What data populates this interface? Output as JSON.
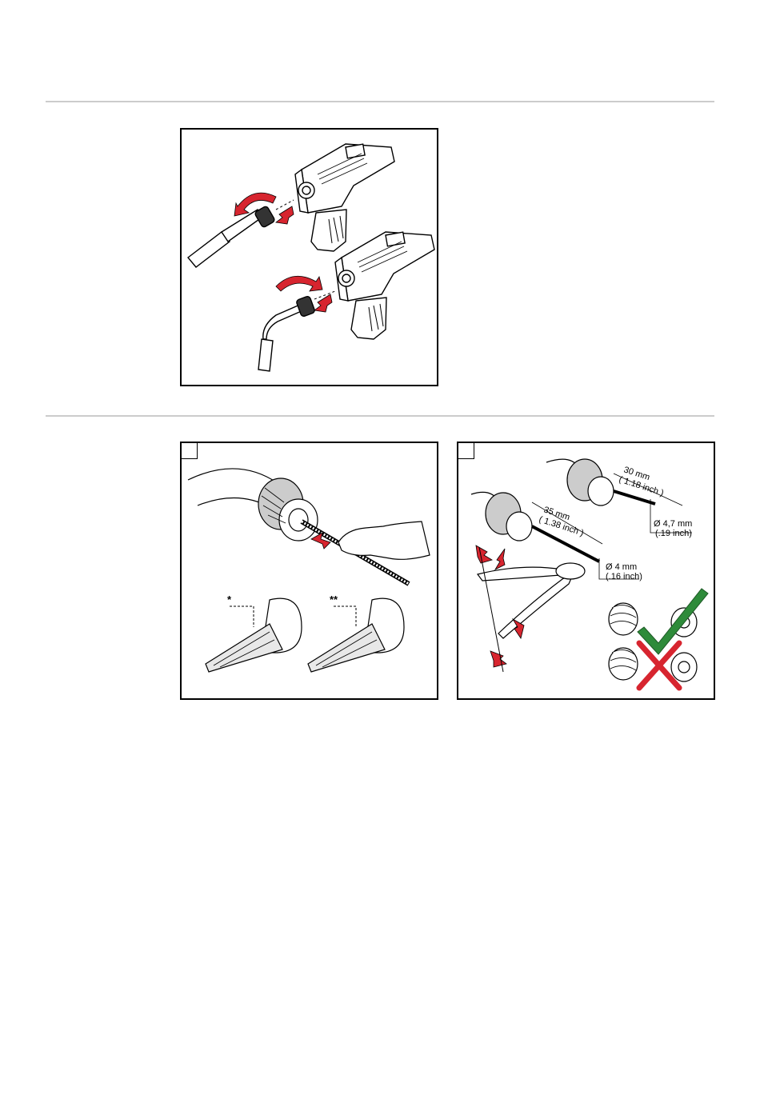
{
  "figures": {
    "top": {
      "description_icons": [
        "torch-handle-icon",
        "straight-neck-icon",
        "bent-neck-icon",
        "rotate-arrow-icon",
        "push-arrow-icon"
      ]
    },
    "left": {
      "step_number": "",
      "marker_single": "*",
      "marker_double": "**"
    },
    "right": {
      "step_number": "",
      "dim_30": "30 mm",
      "dim_30_inch": "( 1.18 inch )",
      "dim_35": "35 mm",
      "dim_35_inch": "( 1.38 inch )",
      "dim_47": "Ø 4,7 mm",
      "dim_47_inch": "(.19 inch)",
      "dim_4": "Ø 4 mm",
      "dim_4_inch": "(.16 inch)"
    }
  },
  "colors": {
    "arrow_red": "#d7252f",
    "check_green": "#2e8b3a",
    "rule_gray": "#cccccc"
  }
}
